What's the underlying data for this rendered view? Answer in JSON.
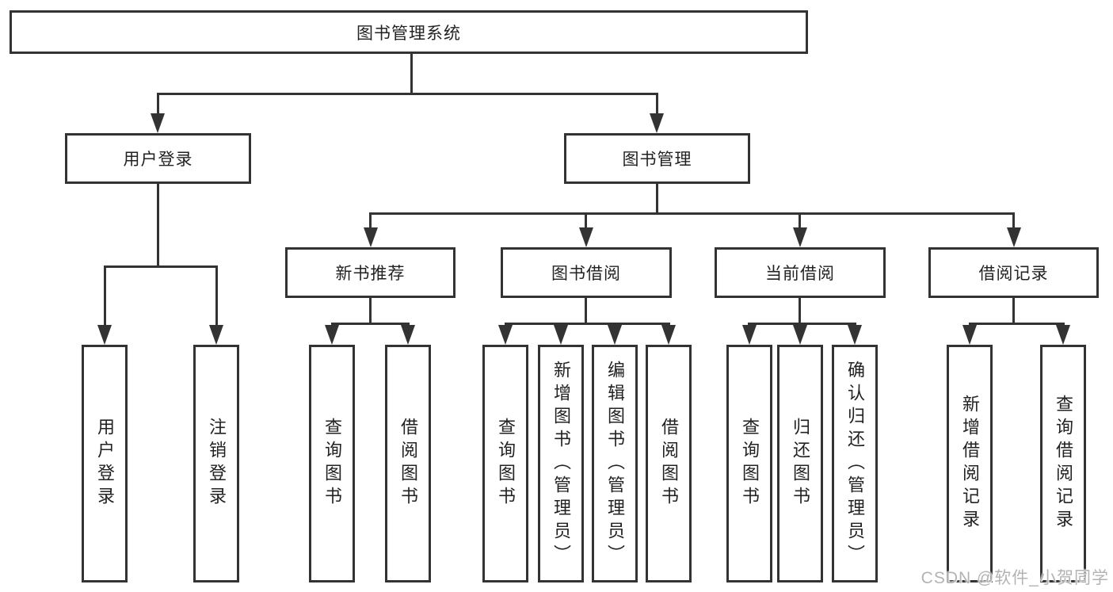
{
  "colors": {
    "line": "#333333",
    "box_background": "#ffffff",
    "text": "#222222",
    "watermark": "#b3b3b3"
  },
  "diagram": {
    "root": "图书管理系统",
    "user_login": {
      "label": "用户登录",
      "children": [
        "用户登录",
        "注销登录"
      ]
    },
    "book_mgmt": {
      "label": "图书管理",
      "groups": [
        {
          "label": "新书推荐",
          "children": [
            "查询图书",
            "借阅图书"
          ]
        },
        {
          "label": "图书借阅",
          "children": [
            "查询图书",
            "新增图书（管理员）",
            "编辑图书（管理员）",
            "借阅图书"
          ]
        },
        {
          "label": "当前借阅",
          "children": [
            "查询图书",
            "归还图书",
            "确认归还（管理员）"
          ]
        },
        {
          "label": "借阅记录",
          "children": [
            "新增借阅记录",
            "查询借阅记录"
          ]
        }
      ]
    }
  },
  "watermark": "CSDN @软件_小贺同学"
}
